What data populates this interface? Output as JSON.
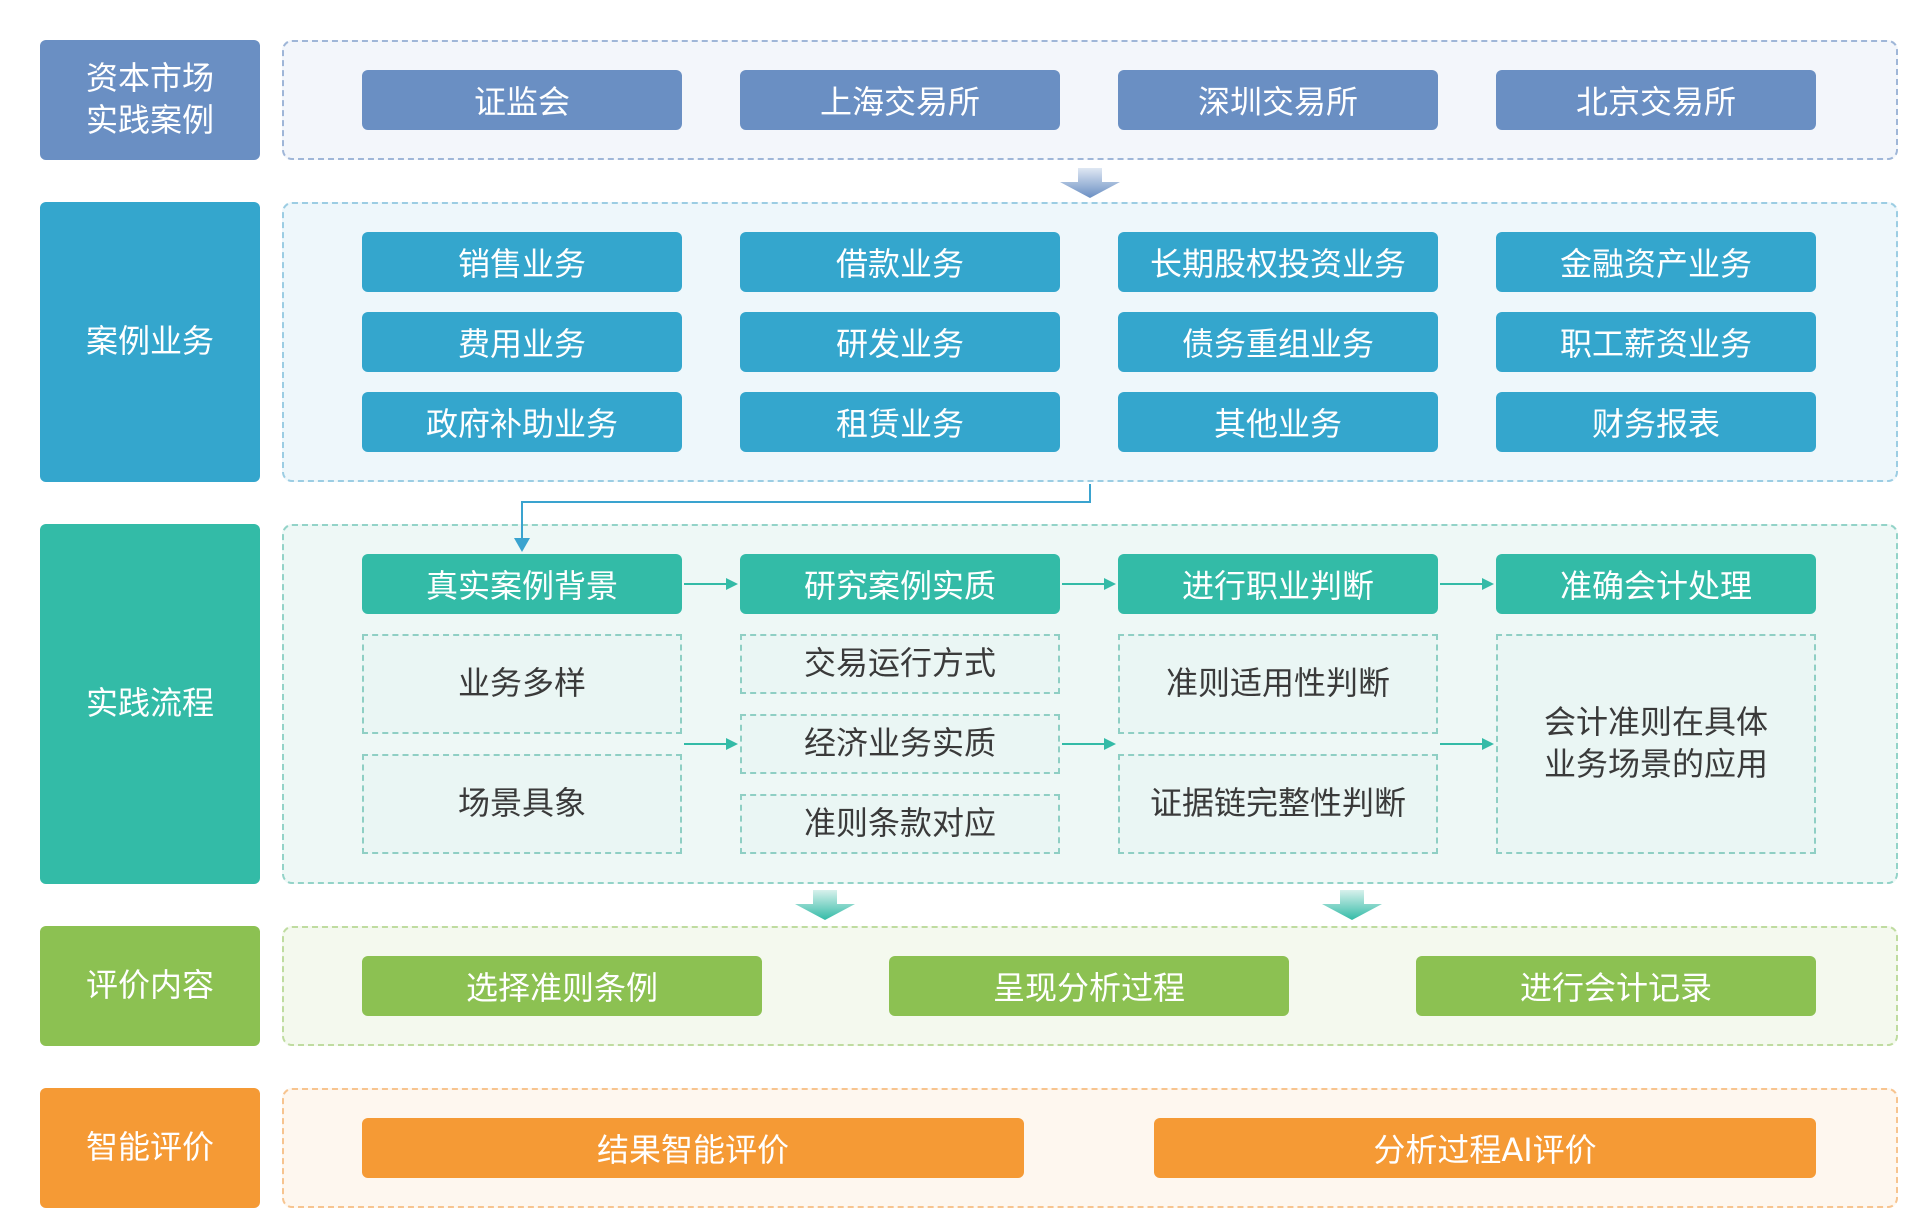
{
  "colors": {
    "row1": "#6a8fc3",
    "row2": "#34a6cd",
    "row3": "#33bba7",
    "row4": "#8cc152",
    "row5": "#f59a35",
    "connector": "#3aa3cf"
  },
  "rows": {
    "capital_market": {
      "label": "资本市场\n实践案例",
      "items": [
        "证监会",
        "上海交易所",
        "深圳交易所",
        "北京交易所"
      ]
    },
    "case_business": {
      "label": "案例业务",
      "items": [
        "销售业务",
        "借款业务",
        "长期股权投资业务",
        "金融资产业务",
        "费用业务",
        "研发业务",
        "债务重组业务",
        "职工薪资业务",
        "政府补助业务",
        "租赁业务",
        "其他业务",
        "财务报表"
      ]
    },
    "practice_flow": {
      "label": "实践流程",
      "steps": [
        "真实案例背景",
        "研究案例实质",
        "进行职业判断",
        "准确会计处理"
      ],
      "col1": [
        "业务多样",
        "场景具象"
      ],
      "col2": [
        "交易运行方式",
        "经济业务实质",
        "准则条款对应"
      ],
      "col3": [
        "准则适用性判断",
        "证据链完整性判断"
      ],
      "col4": "会计准则在具体\n业务场景的应用"
    },
    "evaluation": {
      "label": "评价内容",
      "items": [
        "选择准则条例",
        "呈现分析过程",
        "进行会计记录"
      ]
    },
    "smart_eval": {
      "label": "智能评价",
      "items": [
        "结果智能评价",
        "分析过程AI评价"
      ]
    }
  }
}
